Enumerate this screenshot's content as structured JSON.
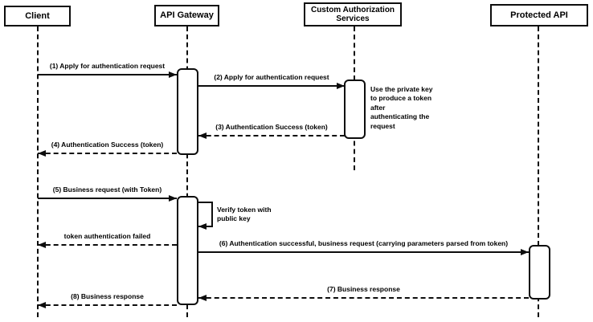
{
  "diagram": {
    "kind": "sequence-diagram",
    "colors": {
      "line": "#0d0d0d",
      "background": "#ffffff",
      "shape_fill": "#ffffff"
    }
  },
  "participants": [
    {
      "id": "client",
      "label": "Client"
    },
    {
      "id": "api-gateway",
      "label": "API Gateway"
    },
    {
      "id": "custom-authorization-services",
      "label": "Custom Authorization Services"
    },
    {
      "id": "protected-api",
      "label": "Protected API"
    }
  ],
  "messages": [
    {
      "label": "(1) Apply for authentication request",
      "from": "client",
      "to": "api-gateway",
      "line": "solid"
    },
    {
      "label": "(2) Apply for authentication request",
      "from": "api-gateway",
      "to": "custom-authorization-services",
      "line": "solid"
    },
    {
      "label": "(3) Authentication Success (token)",
      "from": "custom-authorization-services",
      "to": "api-gateway",
      "line": "dashed"
    },
    {
      "label": "(4) Authentication Success (token)",
      "from": "api-gateway",
      "to": "client",
      "line": "dashed"
    },
    {
      "label": "(5) Business request (with Token)",
      "from": "client",
      "to": "api-gateway",
      "line": "solid"
    },
    {
      "label": "token authentication failed",
      "from": "api-gateway",
      "to": "client",
      "line": "dashed"
    },
    {
      "label": "(6) Authentication successful, business request (carrying parameters parsed from token)",
      "from": "api-gateway",
      "to": "protected-api",
      "line": "solid"
    },
    {
      "label": "(7) Business response",
      "from": "protected-api",
      "to": "api-gateway",
      "line": "dashed"
    },
    {
      "label": "(8) Business response",
      "from": "api-gateway",
      "to": "client",
      "line": "dashed"
    }
  ],
  "self_message": {
    "label": "Verify token with public key",
    "on": "api-gateway"
  },
  "note": {
    "text": "Use the private key to produce a token after authenticating the request",
    "near": "custom-authorization-services"
  }
}
